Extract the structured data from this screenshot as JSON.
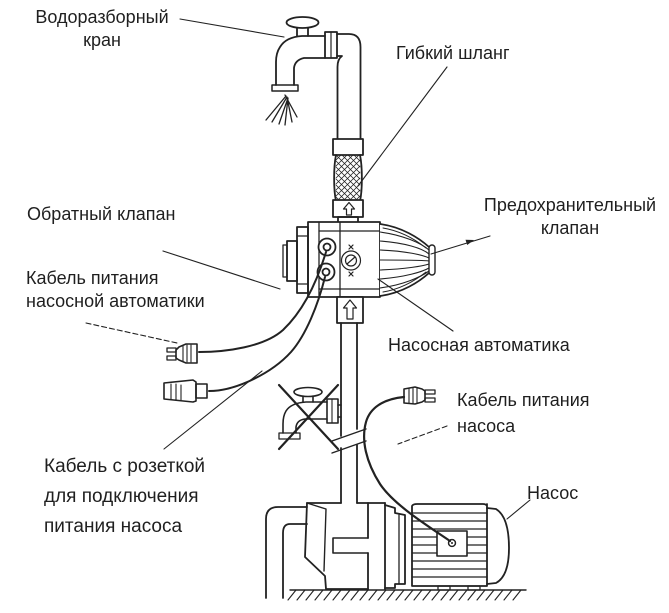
{
  "colors": {
    "ink": "#222222",
    "text": "#1f1f1f",
    "background": "#ffffff"
  },
  "labels": {
    "water_tap": {
      "line1": "Водоразборный",
      "line2": "кран"
    },
    "flexible_hose": {
      "text": "Гибкий шланг"
    },
    "check_valve": {
      "text": "Обратный клапан"
    },
    "automation_power_cable": {
      "line1": "Кабель питания",
      "line2": "насосной автоматики"
    },
    "safety_valve": {
      "line1": "Предохранительный",
      "line2": "клапан"
    },
    "pump_automation": {
      "text": "Насосная автоматика"
    },
    "pump_power_cable": {
      "line1": "Кабель питания",
      "line2": "насоса"
    },
    "socket_cable": {
      "line1": "Кабель с розеткой",
      "line2": "для подключения",
      "line3": "питания насоса"
    },
    "pump": {
      "text": "Насос"
    }
  }
}
